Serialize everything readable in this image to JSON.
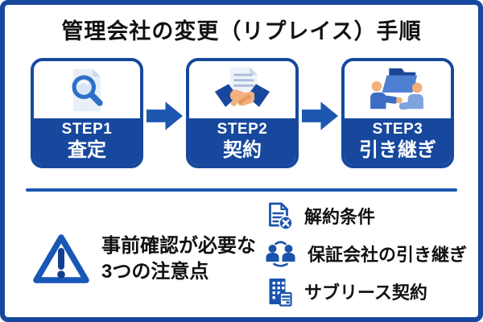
{
  "title": "管理会社の変更（リプレイス）手順",
  "steps": [
    {
      "step_label": "STEP1",
      "title": "査定",
      "icon": "document-magnifier-icon"
    },
    {
      "step_label": "STEP2",
      "title": "契約",
      "icon": "handshake-contract-icon"
    },
    {
      "step_label": "STEP3",
      "title": "引き継ぎ",
      "icon": "folder-handover-icon"
    }
  ],
  "caution": {
    "icon": "warning-triangle-icon",
    "line1": "事前確認が必要な",
    "line2": "3つの注意点"
  },
  "points": [
    {
      "icon": "document-cancel-icon",
      "label": "解約条件"
    },
    {
      "icon": "people-transfer-icon",
      "label": "保証会社の引き継ぎ"
    },
    {
      "icon": "building-contract-icon",
      "label": "サブリース契約"
    }
  ],
  "colors": {
    "primary_blue": "#17489e",
    "accent_blue": "#1c57b0",
    "icon_blue": "#2e6fc9",
    "light_doc": "#e9eff9",
    "skin": "#f2b27e",
    "background": "#ffffff",
    "text_black": "#111111",
    "text_white": "#ffffff"
  }
}
